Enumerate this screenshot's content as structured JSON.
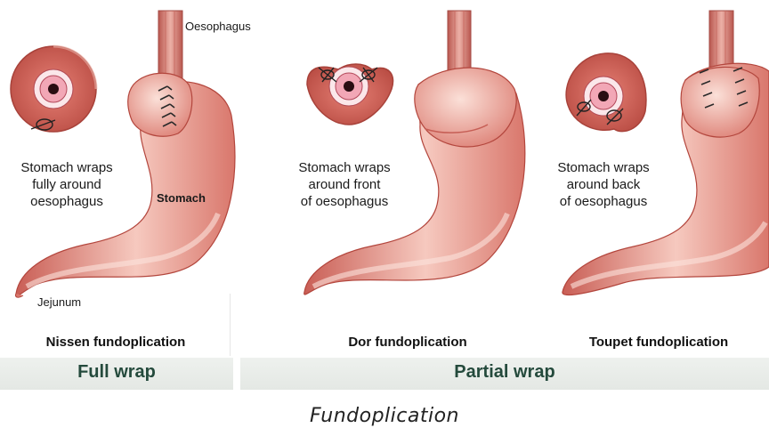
{
  "labels": {
    "oesophagus": "Oesophagus",
    "stomach": "Stomach",
    "jejunum": "Jejunum"
  },
  "panels": [
    {
      "description": [
        "Stomach wraps",
        "fully around",
        "oesophagus"
      ],
      "procedure": "Nissen fundoplication"
    },
    {
      "description": [
        "Stomach wraps",
        "around front",
        "of oesophagus"
      ],
      "procedure": "Dor fundoplication"
    },
    {
      "description": [
        "Stomach wraps",
        "around back",
        "of oesophagus"
      ],
      "procedure": "Toupet fundoplication"
    }
  ],
  "categories": {
    "full": "Full wrap",
    "partial": "Partial wrap"
  },
  "caption": "Fundoplication",
  "colors": {
    "stomach_base": "#e58a7f",
    "stomach_light": "#f7d2c8",
    "stomach_dark": "#b8473e",
    "mucosa": "#f2a7b6",
    "lumen": "#2a0d12",
    "band": "#e8ece8",
    "band_text": "#244a3c"
  }
}
